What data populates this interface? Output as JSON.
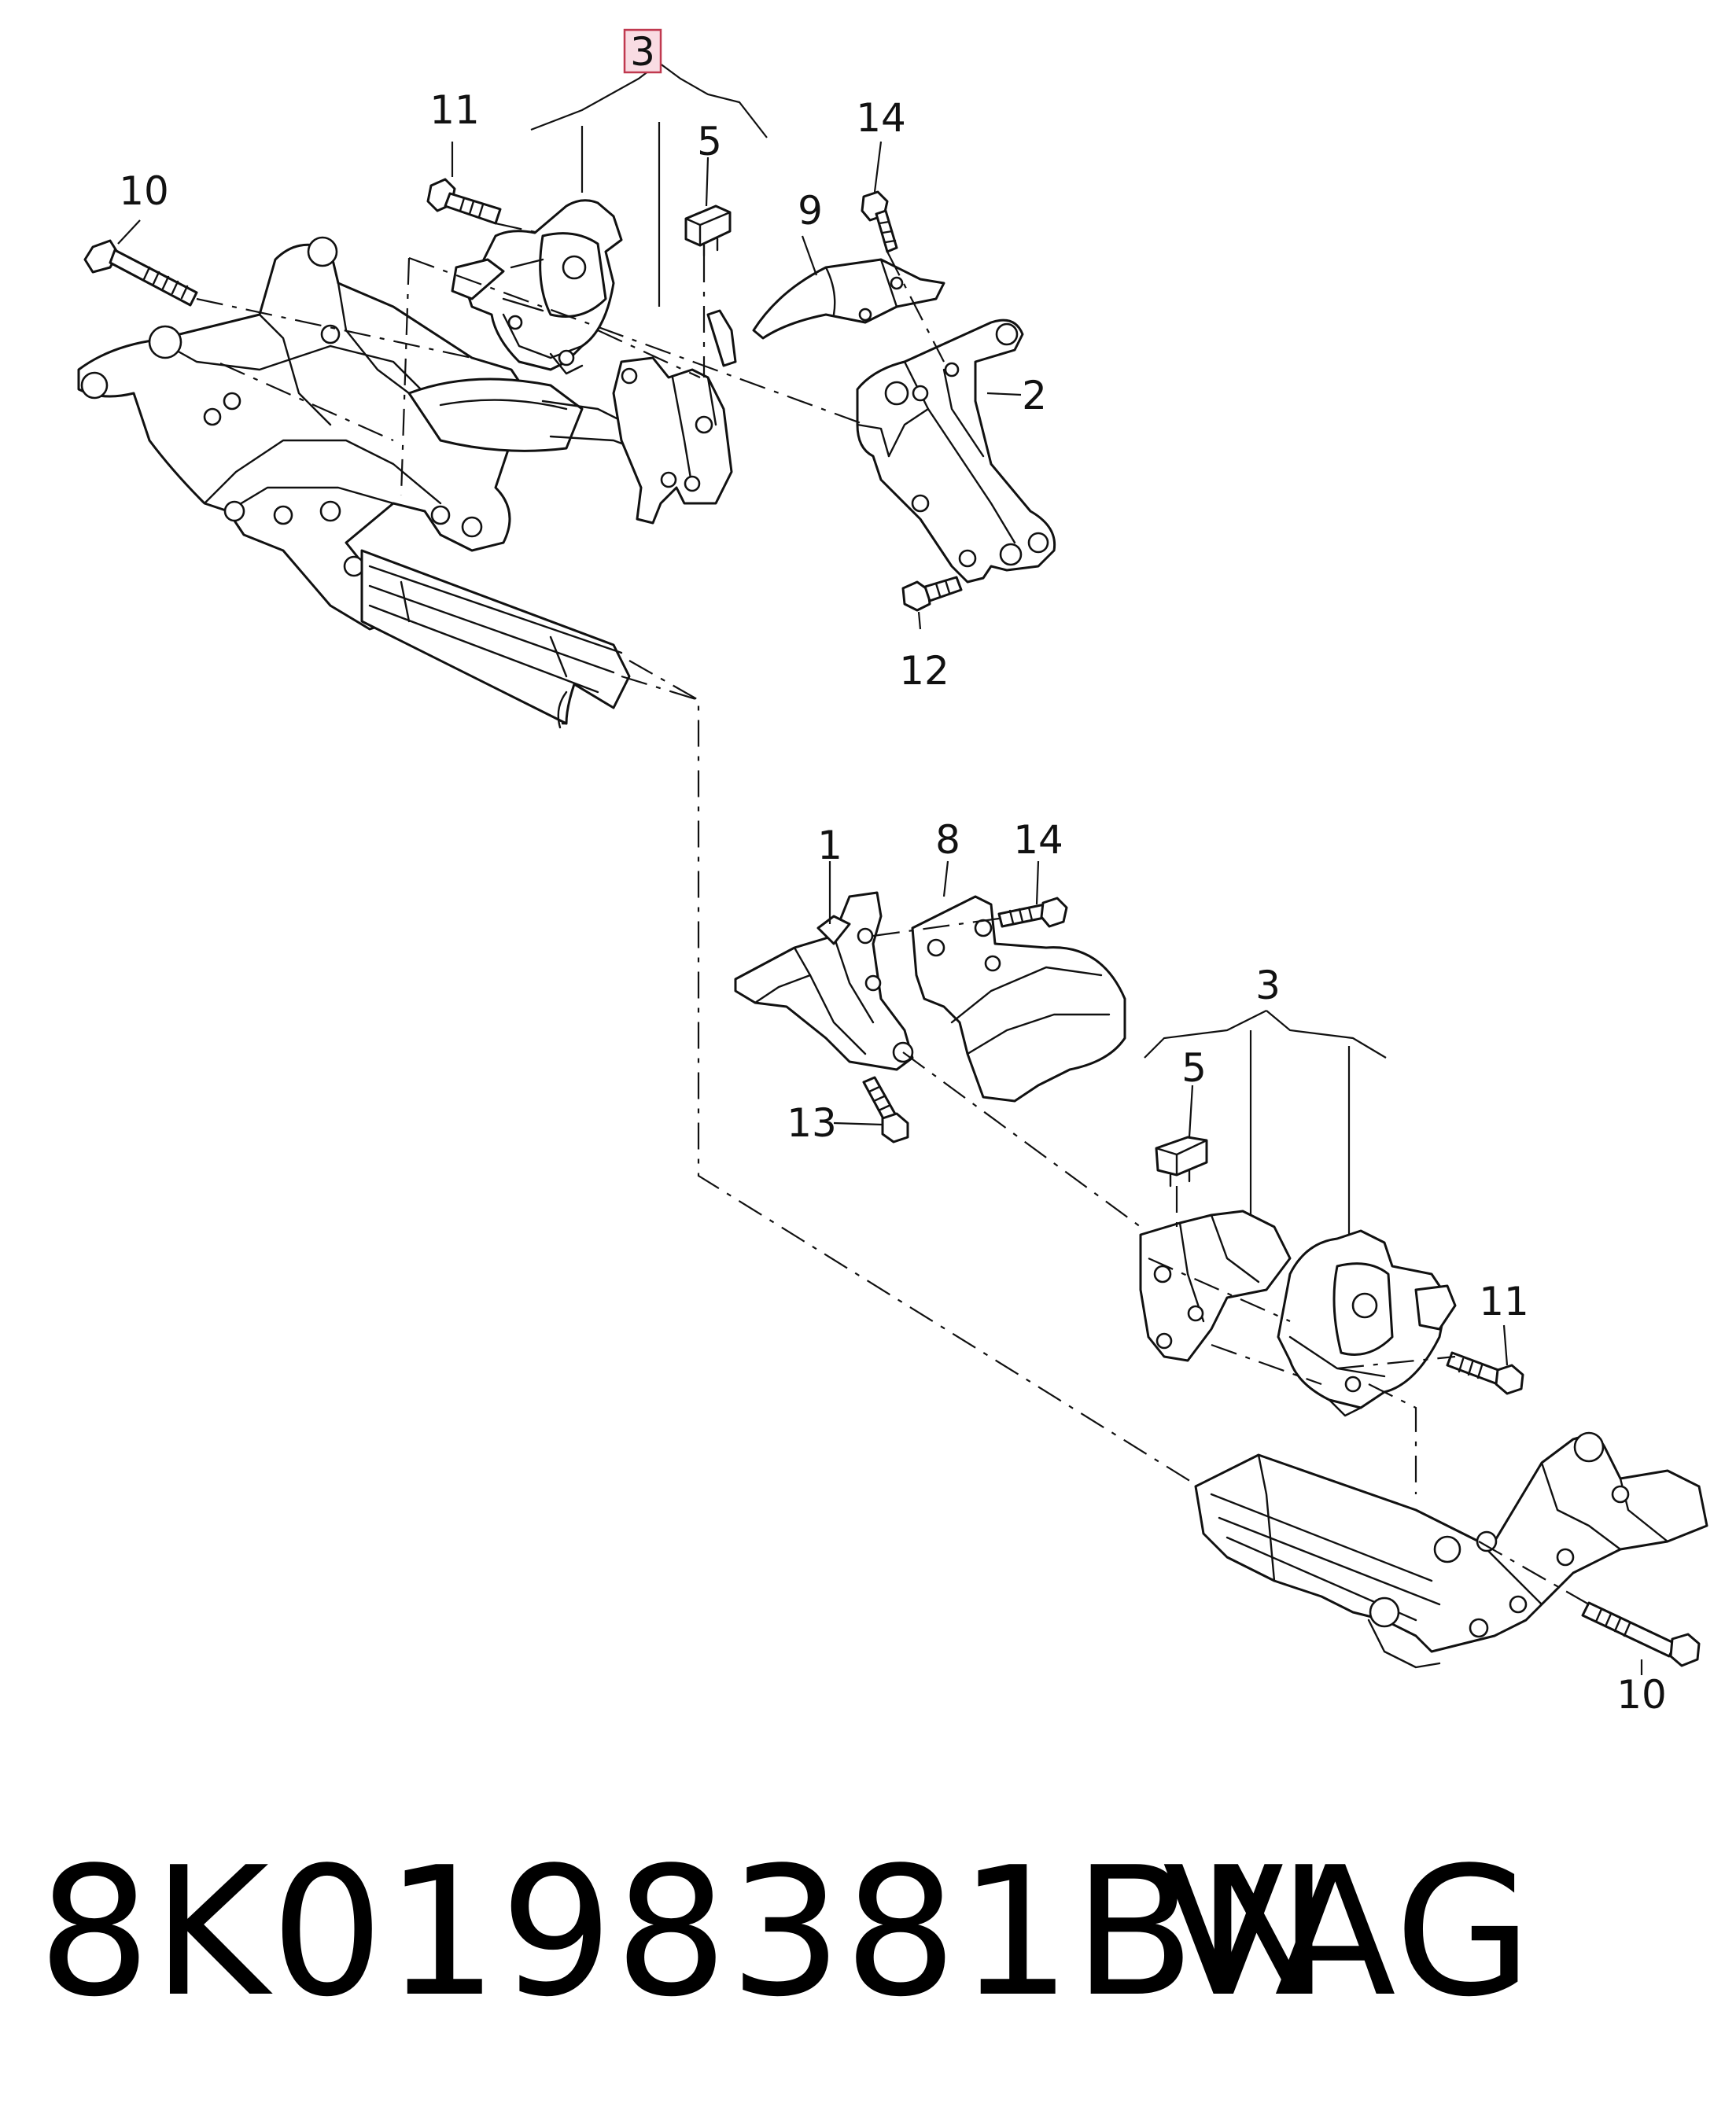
{
  "callouts": {
    "top": {
      "c3": "3",
      "c11": "11",
      "c5": "5",
      "c14": "14",
      "c10": "10",
      "c9": "9",
      "c2": "2",
      "c12": "12"
    },
    "bottom": {
      "c1": "1",
      "c8": "8",
      "c14": "14",
      "c3": "3",
      "c5": "5",
      "c13": "13",
      "c11": "11",
      "c10": "10"
    }
  },
  "highlighted_callout": "3",
  "footer": {
    "part_number": "8K0198381BN",
    "brand": "VAG"
  },
  "colors": {
    "highlight_fill": "#f9dce3",
    "highlight_border": "#c0394f",
    "line": "#111111"
  }
}
